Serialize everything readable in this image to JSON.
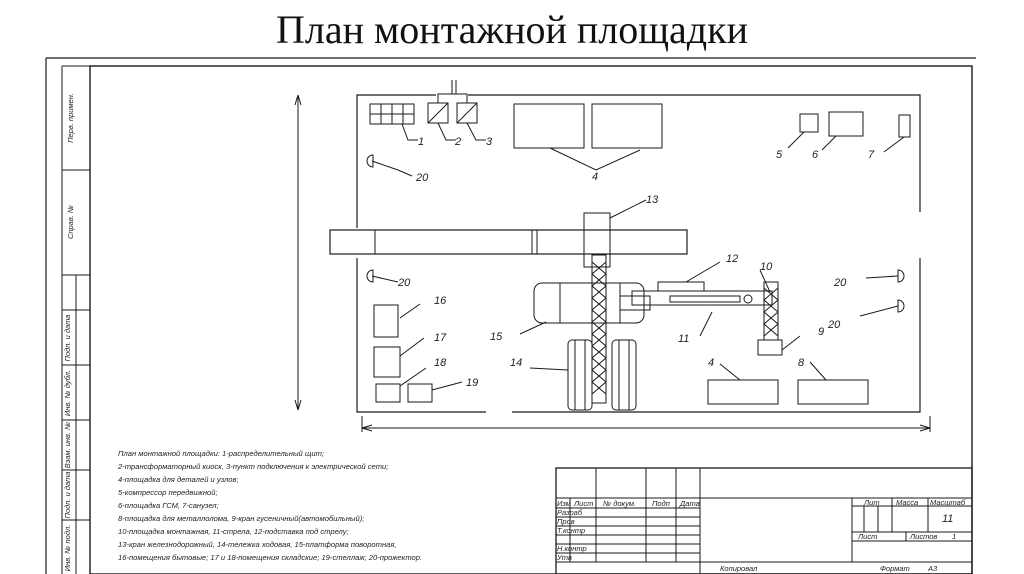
{
  "slide_title": "План монтажной площадки",
  "labels": {
    "l1": "1",
    "l2": "2",
    "l3": "3",
    "l4a": "4",
    "l4b": "4",
    "l5": "5",
    "l6": "6",
    "l7": "7",
    "l8": "8",
    "l9": "9",
    "l10": "10",
    "l11": "11",
    "l12": "12",
    "l13": "13",
    "l14": "14",
    "l15": "15",
    "l16": "16",
    "l17": "17",
    "l18": "18",
    "l19": "19",
    "l20a": "20",
    "l20b": "20",
    "l20c": "20",
    "l20d": "20"
  },
  "notes": [
    "План монтажной площадки: 1-распределительный щит;",
    "2-трансформаторный киоск, 3-пункт подключения к электрической сети;",
    "4-площадка для деталей и узлов;",
    "5-компрессор передвижной;",
    "6-площадка ГСМ, 7-санузел;",
    "8-площадка для металлолома, 9-кран гусеничный(автомобильный);",
    "10-площадка монтажная, 11-стрела, 12-подставка под стрелу;",
    "13-кран железнодорожный, 14-тележка ходовая, 15-платформа поворотная,",
    "16-помещения бытовые; 17 и 18-помещения складские; 19-стеллаж; 20-прожектор."
  ],
  "side_labels": [
    "Перв. примен.",
    "Справ. №",
    "Подп. и дата",
    "Инв. № дубл.",
    "Взам. инв. №",
    "Подп. и дата",
    "Инв. № подл."
  ],
  "title_block": {
    "izm": "Изм",
    "list": "Лист",
    "ndokum": "№ докум.",
    "podp": "Подп",
    "data": "Дата",
    "razrab": "Разраб",
    "prov": "Пров",
    "tkontr": "Т.контр",
    "nkontr": "Н.контр",
    "utv": "Утв",
    "lit": "Лит",
    "massa": "Масса",
    "masshtab": "Масштаб",
    "scale_value": "11",
    "list2": "Лист",
    "listov": "Листов",
    "listov_value": "1",
    "kopiroval": "Копировал",
    "format": "Формат",
    "format_value": "А3"
  }
}
